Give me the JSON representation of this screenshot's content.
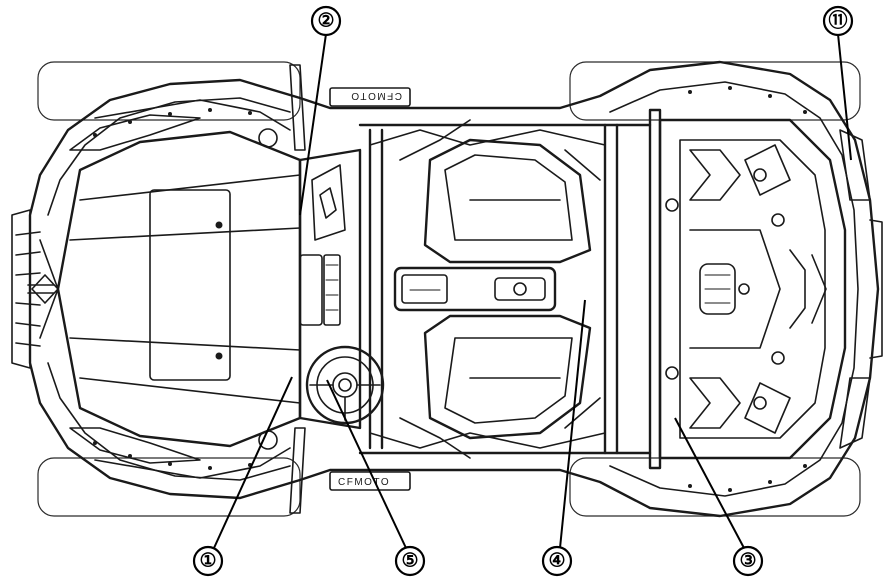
{
  "diagram": {
    "brand_text": "CFMOTO",
    "callouts": [
      {
        "id": "callout-1",
        "label": "①"
      },
      {
        "id": "callout-2",
        "label": "②"
      },
      {
        "id": "callout-3",
        "label": "③"
      },
      {
        "id": "callout-4",
        "label": "④"
      },
      {
        "id": "callout-5",
        "label": "⑤"
      },
      {
        "id": "callout-11",
        "label": "⑪"
      }
    ]
  }
}
